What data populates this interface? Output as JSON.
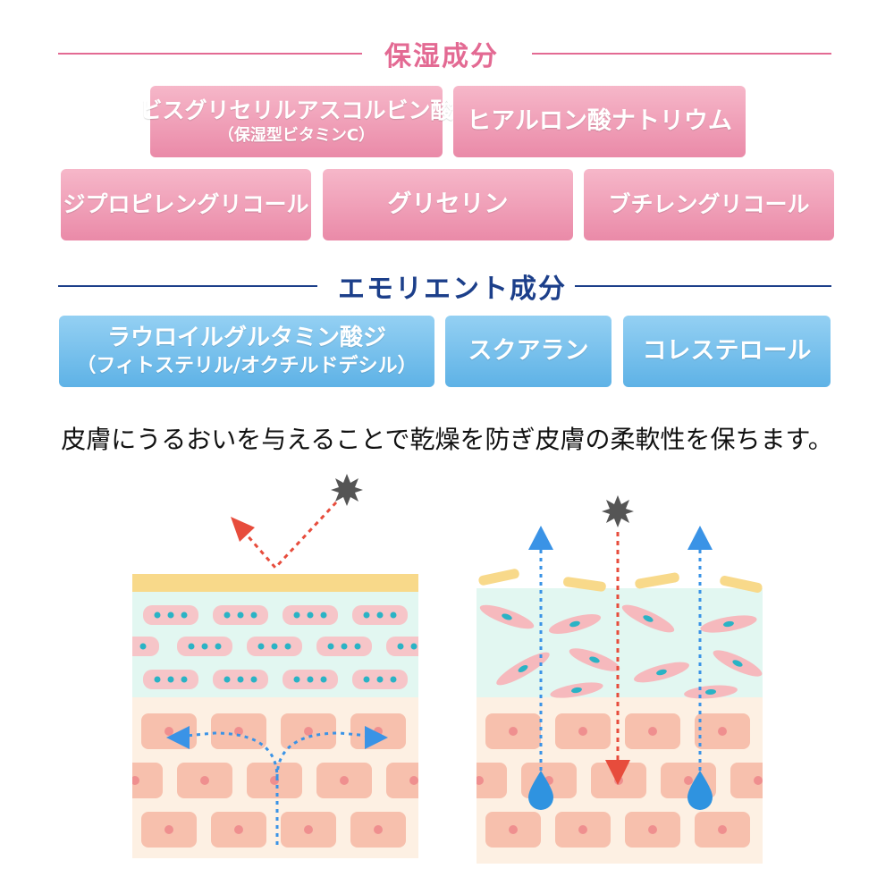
{
  "moisturizing": {
    "title": "保湿成分",
    "color": "#e36a93",
    "items": [
      {
        "label": "ビスグリセリルアスコルビン酸",
        "sub": "（保湿型ビタミンC）"
      },
      {
        "label": "ヒアルロン酸ナトリウム"
      },
      {
        "label": "ジプロピレングリコール"
      },
      {
        "label": "グリセリン"
      },
      {
        "label": "ブチレングリコール"
      }
    ]
  },
  "emollient": {
    "title": "エモリエント成分",
    "color": "#1c3f8a",
    "items": [
      {
        "label": "ラウロイルグルタミン酸ジ",
        "sub": "（フィトステリル/オクチルドデシル）"
      },
      {
        "label": "スクアラン"
      },
      {
        "label": "コレステロール"
      }
    ]
  },
  "description": "皮膚にうるおいを与えることで乾燥を防ぎ皮膚の柔軟性を保ちます。",
  "colors": {
    "pink_pill": "#ec8fab",
    "blue_pill": "#6ab8e8",
    "skin_cell": "#f7c0ad",
    "cell_nucleus": "#ef8f8f",
    "upper_layer": "#e2f7f1",
    "lower_layer": "#fdf0e3",
    "sebum": "#f8d98a",
    "arrow_red": "#e74c3c",
    "arrow_blue": "#3a93e6",
    "irritant": "#555555"
  },
  "icons": [
    "irritant-spark-icon",
    "water-drop-icon",
    "arrow-icon"
  ]
}
